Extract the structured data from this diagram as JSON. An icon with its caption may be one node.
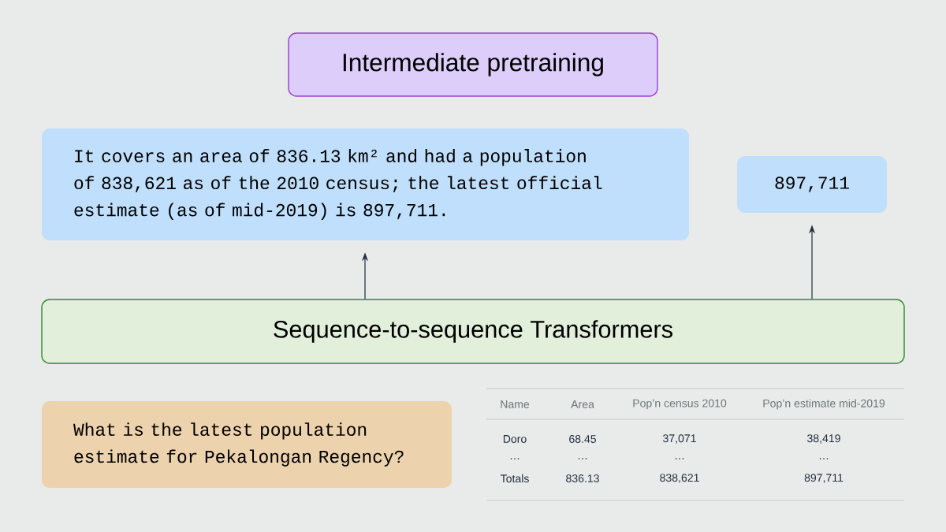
{
  "diagram": {
    "nodes": [
      {
        "text": [
          "Intermediate pretraining"
        ]
      },
      {
        "text": [
          "It covers an area of 836.13 km² and had a population of 838,621 as of the 2010 census; the latest official estimate (as of mid-2019) is 897,711."
        ]
      },
      {
        "text": [
          "897,711"
        ]
      },
      {
        "text": [
          "Sequence-to-sequence Transformers"
        ]
      },
      {
        "text": [
          "What is the latest population estimate for Pekalongan Regency?"
        ]
      }
    ],
    "edges": [
      {
        "from": 3,
        "to": 1,
        "arrow": "to"
      },
      {
        "from": 3,
        "to": 2,
        "arrow": "to"
      }
    ],
    "labels": [
      "Name",
      "Area",
      "Pop’n census 2010",
      "Pop’n estimate mid-2019",
      "Doro",
      "68.45",
      "37,071",
      "38,419",
      "…",
      "…",
      "…",
      "…",
      "Totals",
      "836.13",
      "838,621",
      "897,711"
    ]
  }
}
